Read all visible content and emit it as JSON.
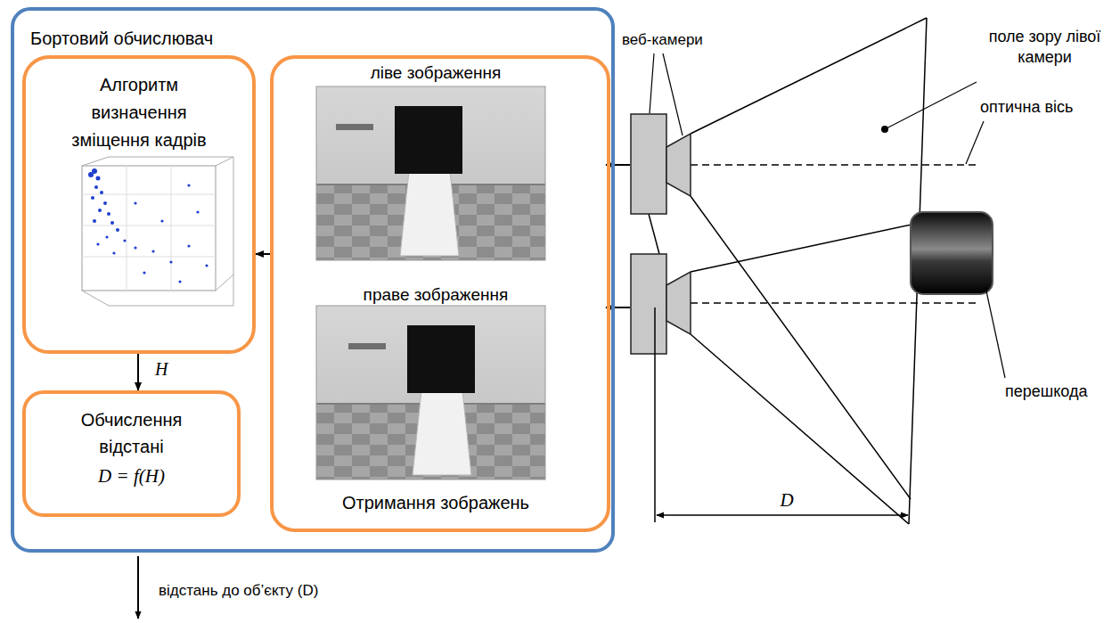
{
  "diagram": {
    "nodes": [
      {
        "text": [
          "Бортовий обчислювач"
        ]
      },
      {
        "text": [
          "Алгоритм визначення зміщення кадрів"
        ],
        "in": 0
      },
      {
        "text": [
          "Обчислення відстані",
          "D = f(H)"
        ],
        "in": 0
      },
      {
        "text": [
          "ліве зображення",
          "праве зображення",
          "Отримання зображень"
        ],
        "in": 0
      }
    ],
    "edges": [
      {
        "from": 3,
        "to": 1,
        "arrow": "to"
      },
      {
        "from": 1,
        "to": 2,
        "label": "H",
        "arrow": "to"
      }
    ],
    "labels": [
      "веб-камери",
      "поле зору лівої камери",
      "оптична вісь",
      "перешкода",
      "D",
      "відстань до об’єкту (D)"
    ]
  }
}
